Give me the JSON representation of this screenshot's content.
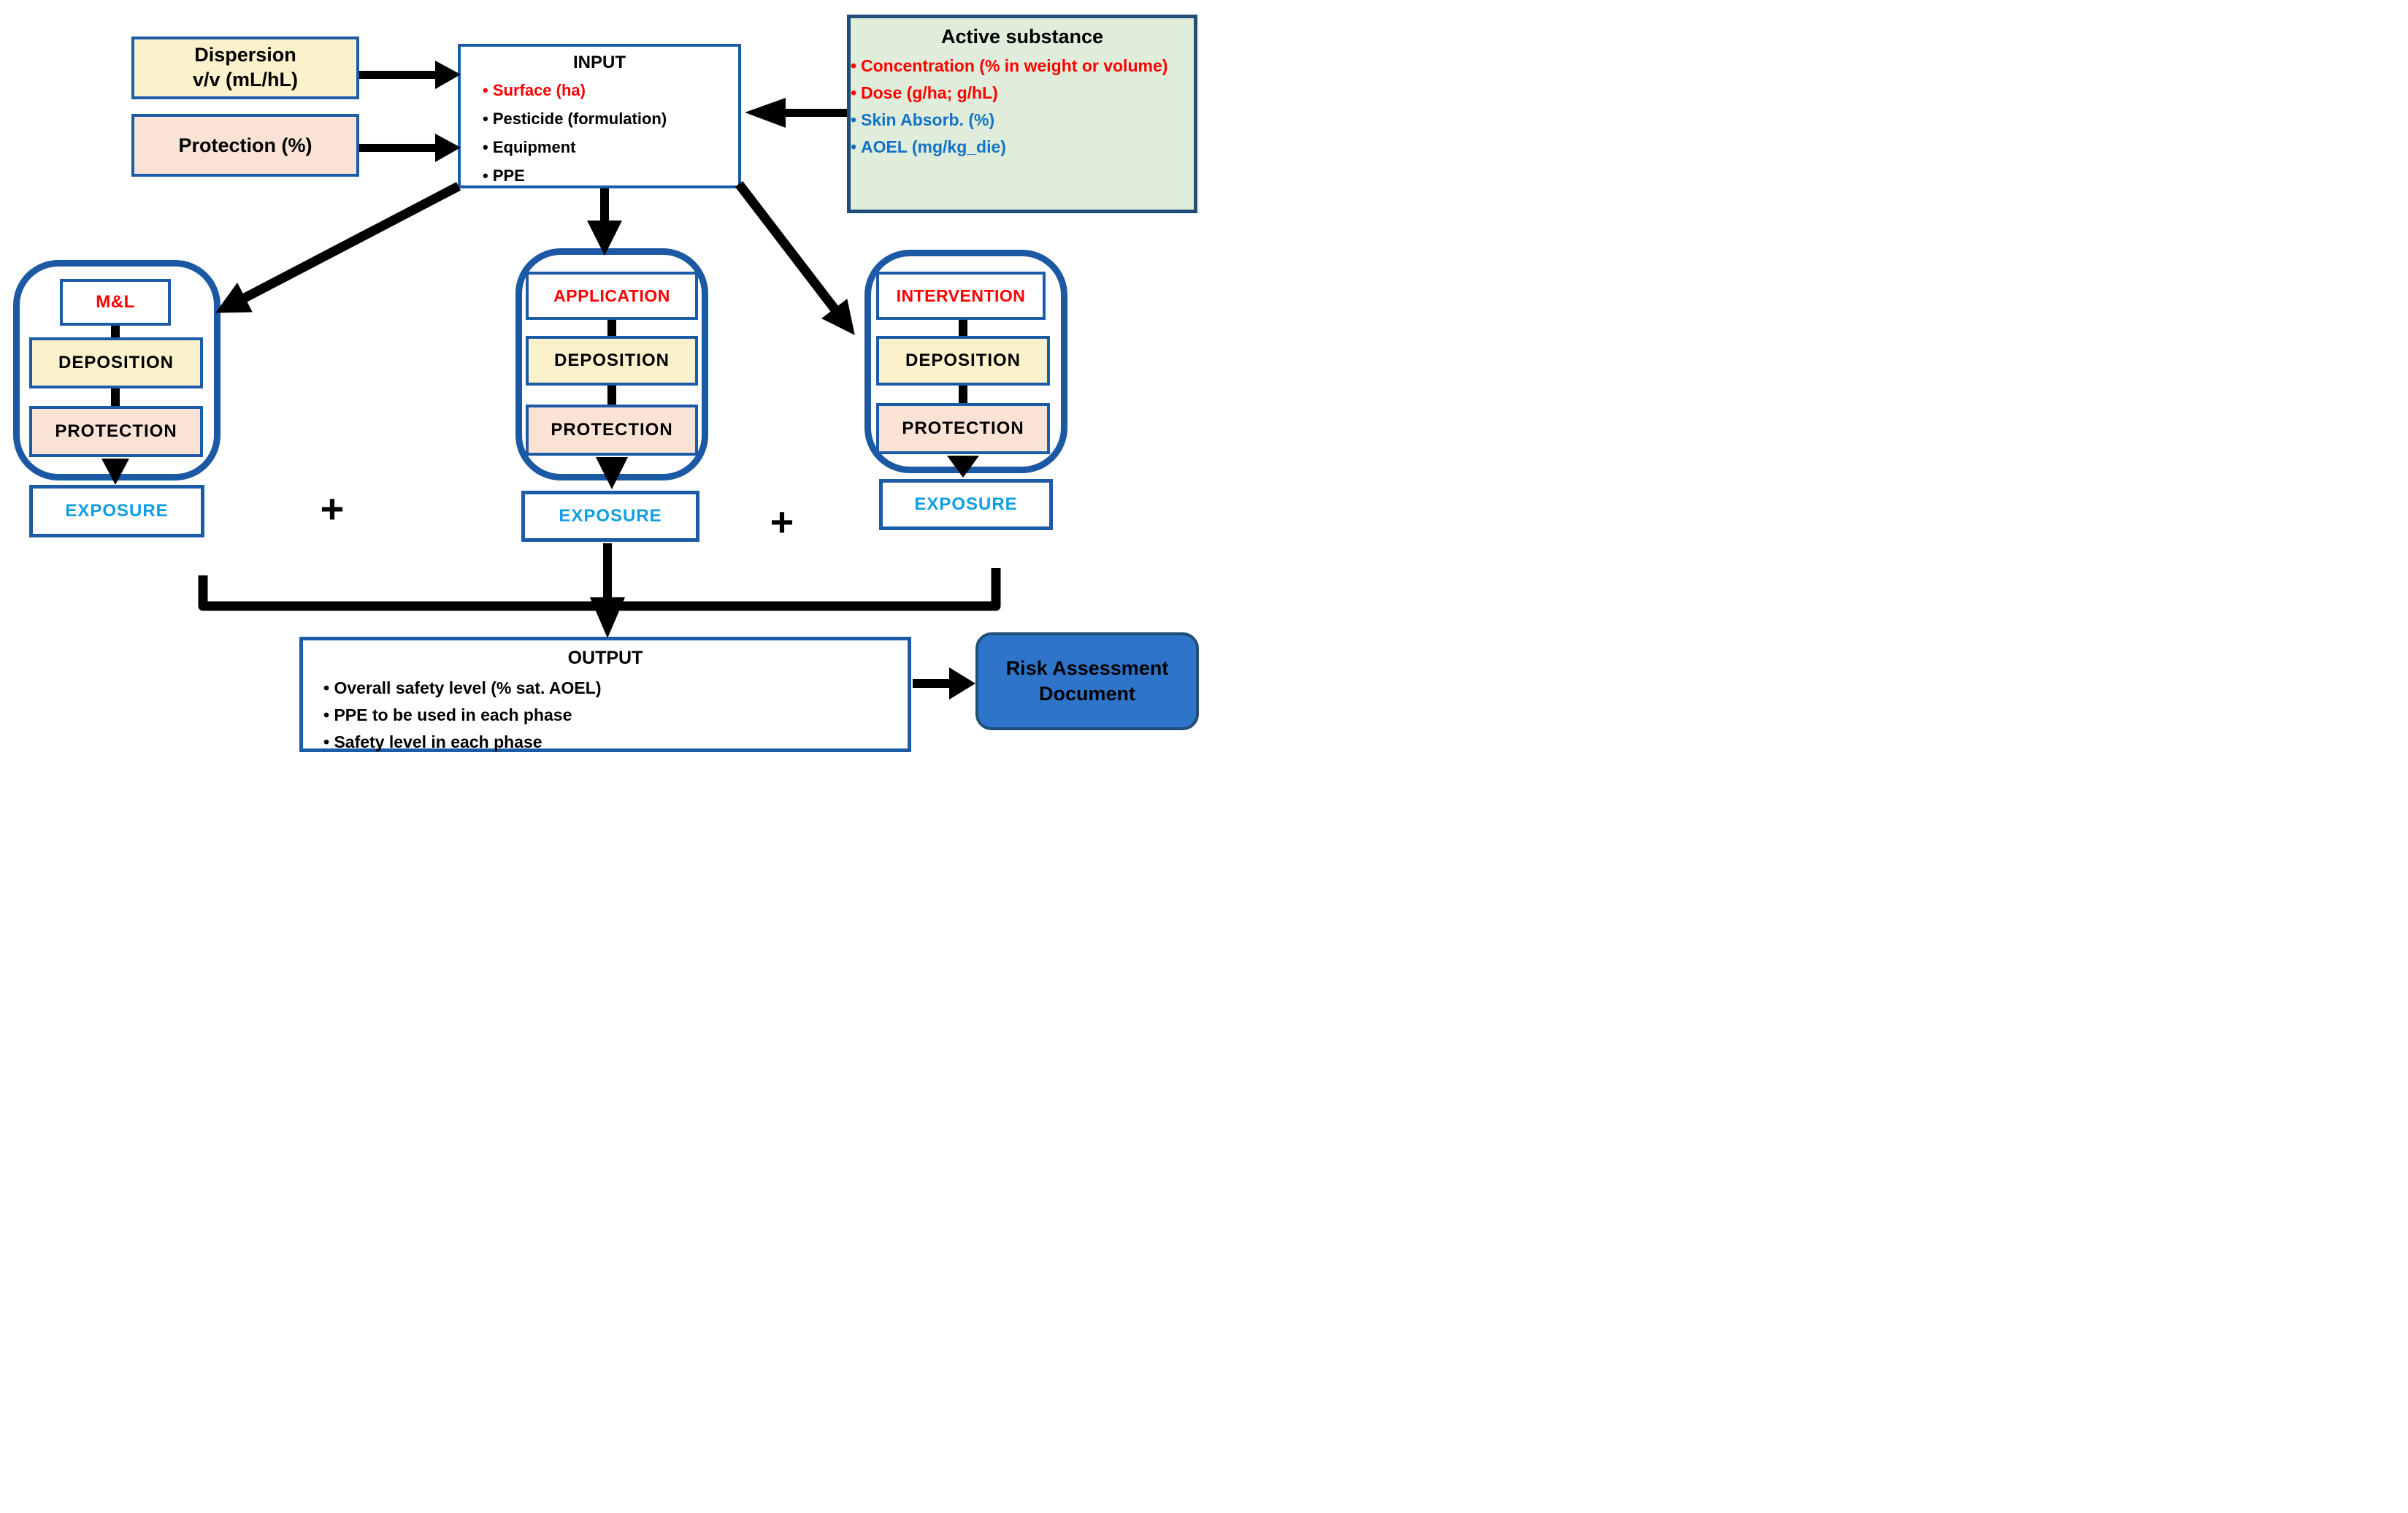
{
  "dispersion_box": {
    "label": "Dispersion\nv/v (mL/hL)"
  },
  "protection_input_box": {
    "label": "Protection (%)"
  },
  "input_box": {
    "title": "INPUT",
    "items": [
      {
        "text": "Surface (ha)",
        "color": "#FF0000"
      },
      {
        "text": "Pesticide (formulation)",
        "color": "#000000"
      },
      {
        "text": "Equipment",
        "color": "#000000"
      },
      {
        "text": "PPE",
        "color": "#000000"
      }
    ]
  },
  "active_substance_box": {
    "title": "Active substance",
    "items": [
      {
        "text": "Concentration  (% in weight or volume)",
        "color": "#FF0000"
      },
      {
        "text": "Dose (g/ha; g/hL)",
        "color": "#FF0000"
      },
      {
        "text": "Skin Absorb. (%)",
        "color": "#1272C6"
      },
      {
        "text": "AOEL (mg/kg_die)",
        "color": "#1272C6"
      }
    ]
  },
  "phases": [
    {
      "name": "M&L",
      "deposition": "DEPOSITION",
      "protection": "PROTECTION",
      "exposure": "EXPOSURE"
    },
    {
      "name": "APPLICATION",
      "deposition": "DEPOSITION",
      "protection": "PROTECTION",
      "exposure": "EXPOSURE"
    },
    {
      "name": "INTERVENTION",
      "deposition": "DEPOSITION",
      "protection": "PROTECTION",
      "exposure": "EXPOSURE"
    }
  ],
  "operators": {
    "plus": "+"
  },
  "output_box": {
    "title": "OUTPUT",
    "items": [
      "Overall safety level (% sat. AOEL)",
      "PPE to be used in each phase",
      "Safety level in each phase"
    ]
  },
  "risk_document_box": {
    "label": "Risk Assessment\nDocument"
  },
  "colors": {
    "box_border_blue": "#1C5BA8",
    "container_border_blue": "#1C59A5",
    "active_border_navy": "#1F4E79",
    "yellow_fill": "#FBF2CC",
    "pink_fill": "#FAE3D5",
    "green_fill": "#DFEDDA",
    "phase_title_red": "#FF0000",
    "exposure_blue": "#0E9EE5",
    "substance_blue": "#1272C6",
    "risk_fill": "#2E74C9",
    "arrow_black": "#000000"
  }
}
